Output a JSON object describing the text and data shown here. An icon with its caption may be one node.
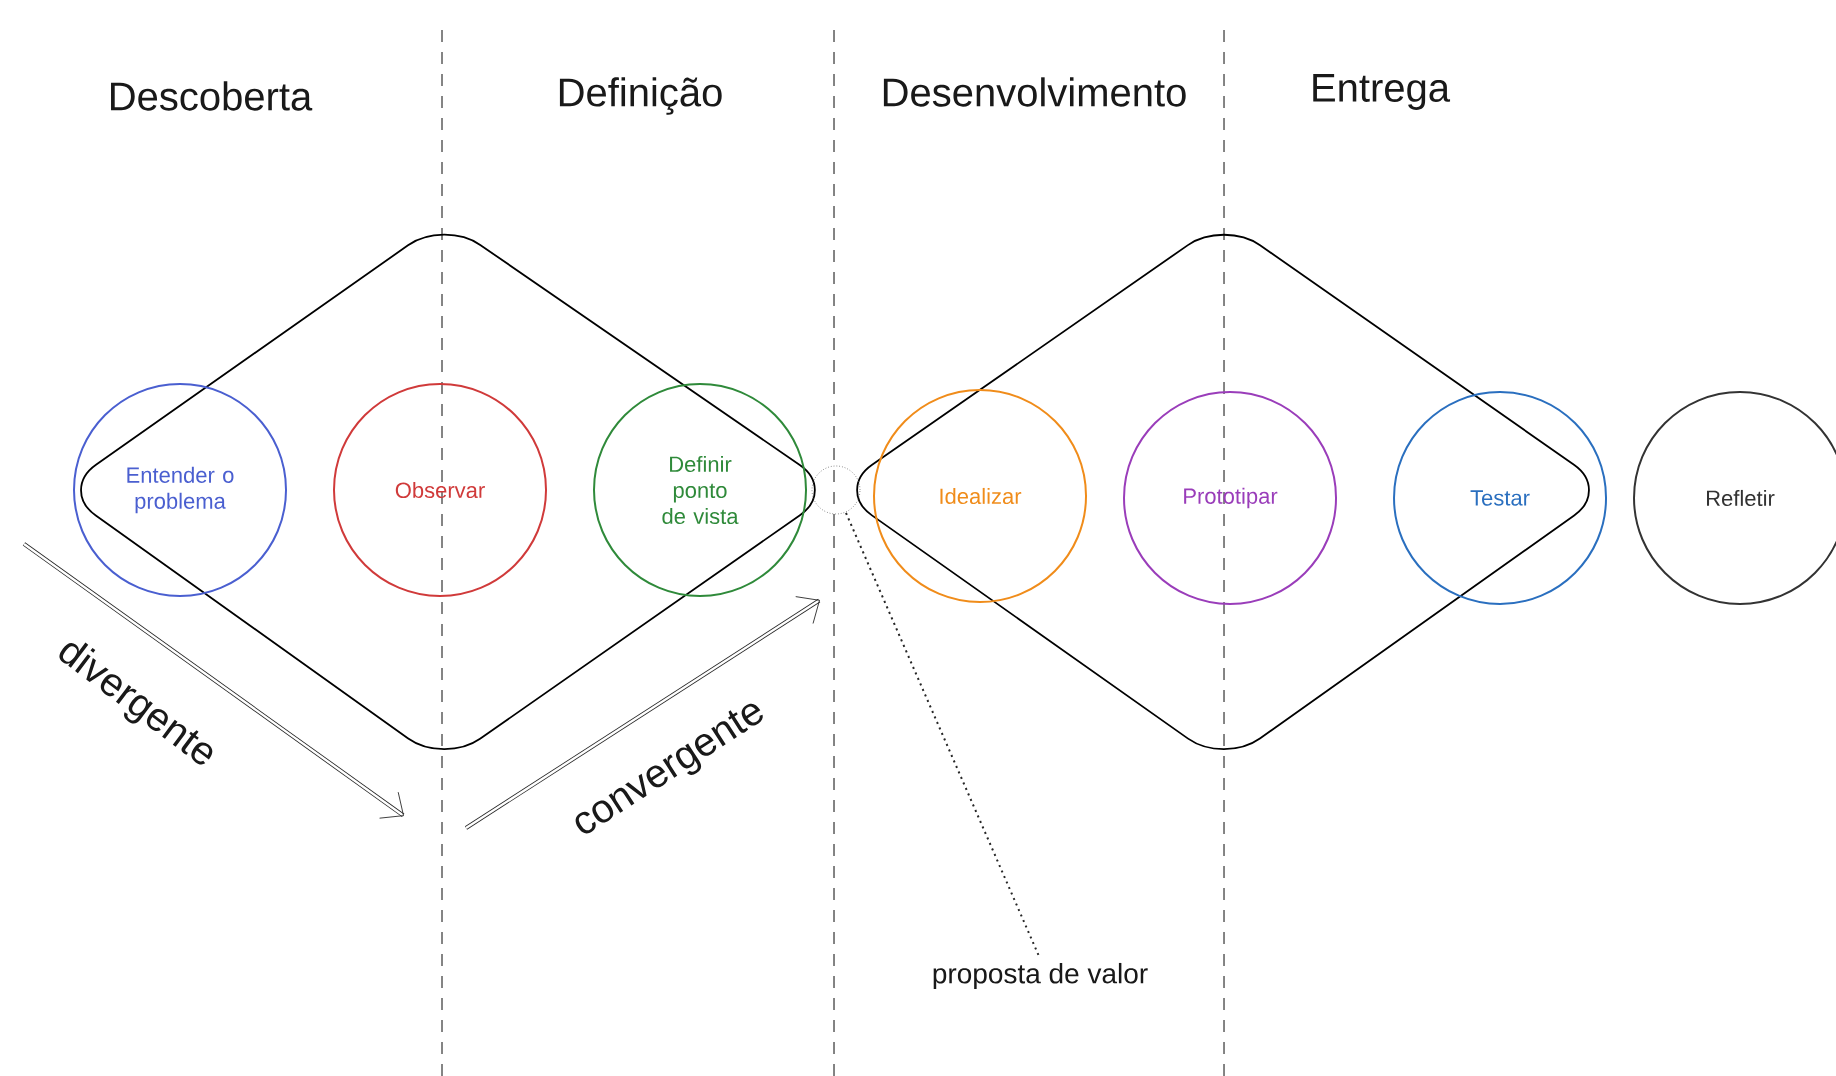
{
  "diagram": {
    "nodes": [
      {
        "text": [
          "Entender o problema"
        ]
      },
      {
        "text": [
          "Observar"
        ]
      },
      {
        "text": [
          "Definir ponto de vista"
        ]
      },
      {
        "text": [
          "Idealizar"
        ]
      },
      {
        "text": [
          "Prototipar"
        ]
      },
      {
        "text": [
          "Testar"
        ]
      },
      {
        "text": [
          "Refletir"
        ]
      },
      {
        "text": [],
        "shape": "circle"
      },
      {
        "text": [
          "proposta de valor"
        ]
      }
    ],
    "edges": [
      {
        "from": 8,
        "to": 7,
        "arrow": "none",
        "style": "dashed"
      }
    ],
    "labels": [
      "Descoberta",
      "Definição",
      "Desenvolvimento",
      "Entrega",
      "divergente",
      "convergente"
    ]
  }
}
